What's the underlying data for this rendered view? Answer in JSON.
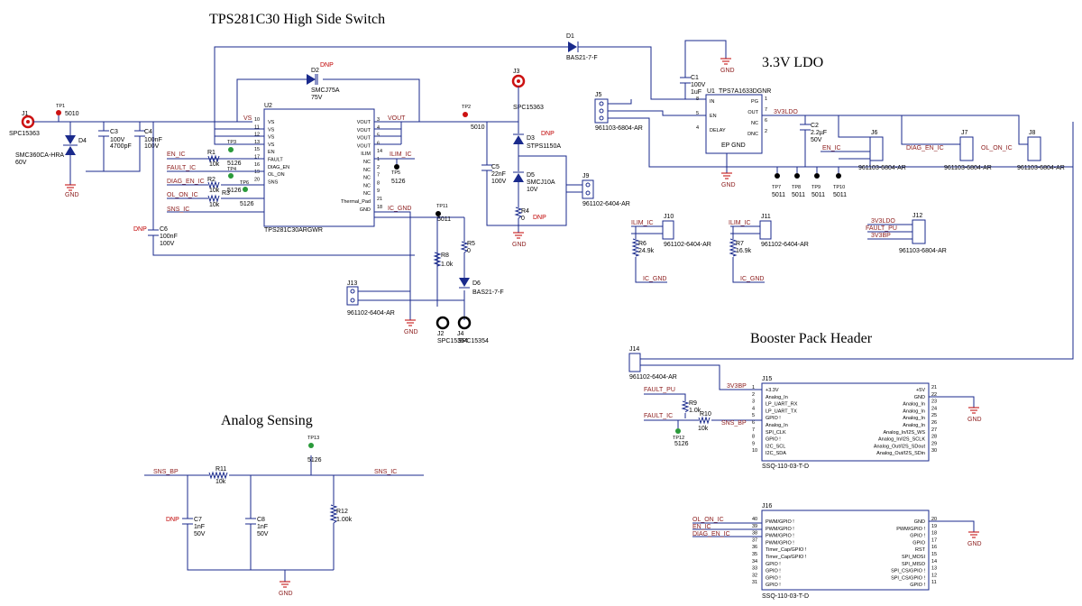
{
  "titles": {
    "hss": "TPS281C30 High Side Switch",
    "ldo": "3.3V LDO",
    "booster": "Booster Pack Header",
    "analog": "Analog Sensing"
  },
  "colors": {
    "wire": "#1a2a8c",
    "net": "#8b1a1a",
    "dnp": "#c00000",
    "tp_red": "#cc1111",
    "tp_green": "#2a9a3a"
  },
  "hss": {
    "j1": "J1",
    "j1_part": "SPC15363",
    "tp1": "TP1",
    "tp1_part": "5010",
    "d4": "D4",
    "d4_part": "SMC360CA-HRA",
    "d4_v": "60V",
    "c3": "C3",
    "c3_v": "100V",
    "c3_val": "4700pF",
    "c4": "C4",
    "c4_val": "100nF",
    "c4_v": "100V",
    "c6": "C6",
    "c6_val": "100nF",
    "c6_v": "100V",
    "c6_dnp": "DNP",
    "d2": "D2",
    "d2_part": "SMCJ75A",
    "d2_v": "75V",
    "d2_dnp": "DNP",
    "u2": "U2",
    "u2_part": "TPS281C30ARGWR",
    "u2_left_pins": [
      {
        "num": "10",
        "name": "VS"
      },
      {
        "num": "11",
        "name": "VS"
      },
      {
        "num": "12",
        "name": "VS"
      },
      {
        "num": "13",
        "name": "VS"
      },
      {
        "num": "15",
        "name": "EN"
      },
      {
        "num": "17",
        "name": "FAULT"
      },
      {
        "num": "16",
        "name": "DIAG_EN"
      },
      {
        "num": "19",
        "name": "OL_ON"
      },
      {
        "num": "20",
        "name": "SNS"
      }
    ],
    "u2_right_pins": [
      {
        "num": "3",
        "name": "VOUT"
      },
      {
        "num": "4",
        "name": "VOUT"
      },
      {
        "num": "5",
        "name": "VOUT"
      },
      {
        "num": "6",
        "name": "VOUT"
      },
      {
        "num": "14",
        "name": "ILIM"
      },
      {
        "num": "1",
        "name": "NC"
      },
      {
        "num": "2",
        "name": "NC"
      },
      {
        "num": "7",
        "name": "NC"
      },
      {
        "num": "8",
        "name": "NC"
      },
      {
        "num": "9",
        "name": "NC"
      },
      {
        "num": "21",
        "name": "Thermal_Pad"
      },
      {
        "num": "18",
        "name": "GND"
      }
    ],
    "nets": {
      "vs": "VS",
      "vout": "VOUT",
      "en": "EN_IC",
      "fault": "FAULT_IC",
      "diag": "DIAG_EN_IC",
      "olon": "OL_ON_IC",
      "sns": "SNS_IC",
      "ilim": "ILIM_IC",
      "icgnd": "IC_GND"
    },
    "r1": "R1",
    "r1_val": "10k",
    "r2": "R2",
    "r2_val": "10k",
    "r3": "R3",
    "r3_val": "10k",
    "tp3": "TP3",
    "tp3_part": "5126",
    "tp4": "TP4",
    "tp4_part": "5126",
    "tp6": "TP6",
    "tp6_part": "5126",
    "tp5": "TP5",
    "tp5_part": "5126",
    "tp11": "TP11",
    "tp11_part": "5011",
    "r8": "R8",
    "r8_val": "1.0k",
    "r5": "R5",
    "r5_val": "0",
    "d6": "D6",
    "d6_part": "BAS21-7-F",
    "j13": "J13",
    "j13_part": "961102-6404-AR",
    "j2": "J2",
    "j2_part": "SPC15354",
    "j4": "J4",
    "j4_part": "SPC15354",
    "gnd": "GND",
    "d1": "D1",
    "d1_part": "BAS21-7-F",
    "tp2": "TP2",
    "tp2_part": "5010",
    "j3": "J3",
    "j3_part": "SPC15363",
    "d3": "D3",
    "d3_part": "STPS1150A",
    "d3_dnp": "DNP",
    "c5": "C5",
    "c5_val": "22nF",
    "c5_v": "100V",
    "d5": "D5",
    "d5_part": "SMCJ10A",
    "d5_v": "10V",
    "r4": "R4",
    "r4_val": "0",
    "r4_dnp": "DNP",
    "j9": "J9",
    "j9_part": "961102-6404-AR"
  },
  "ldo": {
    "j5": "J5",
    "j5_part": "961103-6804-AR",
    "c1": "C1",
    "c1_v": "100V",
    "c1_val": "1uF",
    "u1": "U1",
    "u1_part": "TPS7A1633DGNR",
    "u1_pins_left": [
      {
        "num": "8",
        "name": "IN"
      },
      {
        "num": "5",
        "name": "EN"
      },
      {
        "num": "4",
        "name": "DELAY"
      }
    ],
    "u1_pins_right": [
      {
        "num": "1",
        "name": "PG"
      },
      {
        "num": "7",
        "name": "OUT"
      },
      {
        "num": "6",
        "name": "NC"
      },
      {
        "num": "2",
        "name": "DNC"
      }
    ],
    "u1_bottom": "EP GND",
    "net_3v3": "3V3LDO",
    "c2": "C2",
    "c2_val": "2.2µF",
    "c2_v": "50V",
    "tp7": "TP7",
    "tp8": "TP8",
    "tp9": "TP9",
    "tp10": "TP10",
    "tp_part": "5011",
    "j6": "J6",
    "j7": "J7",
    "j8": "J8",
    "hdr_part": "961103-6804-AR",
    "en": "EN_IC",
    "diag": "DIAG_EN_IC",
    "olon": "OL_ON_IC",
    "j10": "J10",
    "j11": "J11",
    "hdr2_part": "961102-6404-AR",
    "ilim": "ILIM_IC",
    "r6": "R6",
    "r6_val": "24.9k",
    "r7": "R7",
    "r7_val": "16.9k",
    "icgnd": "IC_GND",
    "j12": "J12",
    "j12_part": "961103-6804-AR",
    "j12_nets": [
      "3V3LDO",
      "FAULT_PU",
      "3V3BP"
    ]
  },
  "booster": {
    "j14": "J14",
    "j14_part": "961102-6404-AR",
    "j15": "J15",
    "j15_part": "SSQ-110-03-T-D",
    "j15_left": [
      {
        "num": "1",
        "name": "+3.3V"
      },
      {
        "num": "2",
        "name": "Analog_In"
      },
      {
        "num": "3",
        "name": "LP_UART_RX"
      },
      {
        "num": "4",
        "name": "LP_UART_TX"
      },
      {
        "num": "5",
        "name": "GPIO !"
      },
      {
        "num": "6",
        "name": "Analog_In"
      },
      {
        "num": "7",
        "name": "SPI_CLK"
      },
      {
        "num": "8",
        "name": "GPIO !"
      },
      {
        "num": "9",
        "name": "I2C_SCL"
      },
      {
        "num": "10",
        "name": "I2C_SDA"
      }
    ],
    "j15_right": [
      {
        "num": "21",
        "name": "+5V"
      },
      {
        "num": "22",
        "name": "GND"
      },
      {
        "num": "23",
        "name": "Analog_In"
      },
      {
        "num": "24",
        "name": "Analog_In"
      },
      {
        "num": "25",
        "name": "Analog_In"
      },
      {
        "num": "26",
        "name": "Analog_In"
      },
      {
        "num": "27",
        "name": "Analog_In/I2S_WS"
      },
      {
        "num": "28",
        "name": "Analog_In/I2S_SCLK"
      },
      {
        "num": "29",
        "name": "Analog_Out/I2S_SDout"
      },
      {
        "num": "30",
        "name": "Analog_Out/I2S_SDin"
      }
    ],
    "net_3v3bp": "3V3BP",
    "fault_pu": "FAULT_PU",
    "fault_ic": "FAULT_IC",
    "sns_bp": "SNS_BP",
    "r9": "R9",
    "r9_val": "1.0k",
    "r10": "R10",
    "r10_val": "10k",
    "tp12": "TP12",
    "tp12_part": "5126",
    "j16": "J16",
    "j16_part": "SSQ-110-03-T-D",
    "j16_left": [
      {
        "num": "40",
        "name": "PWM/GPIO !"
      },
      {
        "num": "39",
        "name": "PWM/GPIO !"
      },
      {
        "num": "38",
        "name": "PWM/GPIO !"
      },
      {
        "num": "37",
        "name": "PWM/GPIO !"
      },
      {
        "num": "36",
        "name": "Timer_Cap/GPIO !"
      },
      {
        "num": "35",
        "name": "Timer_Cap/GPIO !"
      },
      {
        "num": "34",
        "name": "GPIO !"
      },
      {
        "num": "33",
        "name": "GPIO !"
      },
      {
        "num": "32",
        "name": "GPIO !"
      },
      {
        "num": "31",
        "name": "GPIO !"
      }
    ],
    "j16_right": [
      {
        "num": "20",
        "name": "GND"
      },
      {
        "num": "19",
        "name": "PWM/GPIO !"
      },
      {
        "num": "18",
        "name": "GPIO !"
      },
      {
        "num": "17",
        "name": "GPIO"
      },
      {
        "num": "16",
        "name": "RST"
      },
      {
        "num": "15",
        "name": "SPI_MOSI"
      },
      {
        "num": "14",
        "name": "SPI_MISO"
      },
      {
        "num": "13",
        "name": "SPI_CS/GPIO !"
      },
      {
        "num": "12",
        "name": "SPI_CS/GPIO !"
      },
      {
        "num": "11",
        "name": "GPIO !"
      }
    ],
    "j16_nets": [
      "OL_ON_IC",
      "EN_IC",
      "DIAG_EN_IC"
    ],
    "gnd": "GND"
  },
  "analog": {
    "sns_bp": "SNS_BP",
    "sns_ic": "SNS_IC",
    "r11": "R11",
    "r11_val": "10k",
    "tp13": "TP13",
    "tp13_part": "5126",
    "c7": "C7",
    "c7_val": "1nF",
    "c7_v": "50V",
    "c7_dnp": "DNP",
    "c8": "C8",
    "c8_val": "1nF",
    "c8_v": "50V",
    "r12": "R12",
    "r12_val": "1.00k",
    "gnd": "GND"
  }
}
